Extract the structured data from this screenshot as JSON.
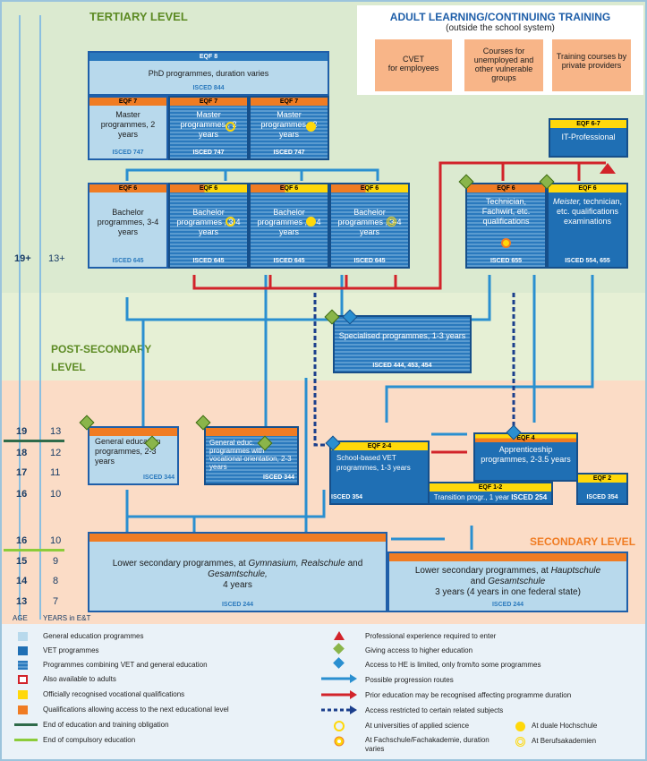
{
  "levels": {
    "tertiary": "TERTIARY LEVEL",
    "post_secondary": "POST-SECONDARY",
    "post_secondary_2": "LEVEL",
    "secondary": "SECONDARY LEVEL"
  },
  "adult": {
    "title": "ADULT LEARNING/CONTINUING TRAINING",
    "subtitle": "(outside the school system)",
    "cvet": "CVET\nfor employees",
    "courses": "Courses for unemployed and other vulnerable groups",
    "training": "Training courses by private providers"
  },
  "boxes": {
    "phd": {
      "eqf": "EQF 8",
      "title": "PhD programmes, duration varies",
      "isced": "ISCED 844"
    },
    "master1": {
      "eqf": "EQF 7",
      "title": "Master programmes, 2 years",
      "isced": "ISCED 747"
    },
    "master2": {
      "eqf": "EQF 7",
      "title": "Master programmes , 2 years",
      "isced": "ISCED 747"
    },
    "master3": {
      "eqf": "EQF 7",
      "title": "Master programmes , 2 years",
      "isced": "ISCED 747"
    },
    "it": {
      "eqf": "EQF 6-7",
      "title": "IT-Professional"
    },
    "bach1": {
      "eqf": "EQF 6",
      "title": "Bachelor programmes, 3-4 years",
      "isced": "ISCED 645"
    },
    "bach2": {
      "eqf": "EQF 6",
      "title": "Bachelor programmes , 3-4 years",
      "isced": "ISCED 645"
    },
    "bach3": {
      "eqf": "EQF 6",
      "title": "Bachelor programmes , 3-4 years",
      "isced": "ISCED 645"
    },
    "bach4": {
      "eqf": "EQF 6",
      "title": "Bachelor programmes , 3-4 years",
      "isced": "ISCED 645"
    },
    "tech": {
      "eqf": "EQF 6",
      "title": "Technician, Fachwirt, etc. qualifications",
      "isced": "ISCED 655"
    },
    "meister": {
      "eqf": "EQF 6",
      "title_em": "Meister,",
      "title": "technician, etc. qualifications examinations",
      "isced": "ISCED 554, 655"
    },
    "spec": {
      "title": "Specialised programmes, 1-3 years",
      "isced": "ISCED 444, 453, 454"
    },
    "gen": {
      "title": "General education programmes, 2-3 years",
      "isced": "ISCED 344"
    },
    "genvoc": {
      "title": "General educ. programmes with vocational orientation, 2-3 years",
      "isced": "ISCED 344"
    },
    "school": {
      "eqf": "EQF 2-4",
      "title": "School-based VET programmes, 1-3 years",
      "isced": "ISCED 354"
    },
    "trans": {
      "eqf": "EQF 1-2",
      "title": "Transition progr., 1 year",
      "isced": "ISCED 254"
    },
    "appr": {
      "eqf": "EQF 4",
      "title": "Apprenticeship programmes, 2-3.5 years",
      "isced": "ISCED 354"
    },
    "eqf2": {
      "eqf": "EQF 2",
      "isced": "ISCED 354"
    },
    "low1": {
      "title": "Lower secondary programmes, at",
      "em1": "Gymnasium, Realschule",
      "mid": "and",
      "em2": "Gesamtschule,",
      "tail": "4 years",
      "isced": "ISCED 244"
    },
    "low2": {
      "title": "Lower secondary programmes, at",
      "em1": "Hauptschule",
      "mid": "and",
      "em2": "Gesamtschule",
      "tail": "3 years (4 years in one federal state)",
      "isced": "ISCED 244"
    }
  },
  "ages": [
    "19+",
    "19",
    "18",
    "17",
    "16",
    "16",
    "15",
    "14",
    "13"
  ],
  "years": [
    "13+",
    "13",
    "12",
    "11",
    "10",
    "10",
    "9",
    "8",
    "7"
  ],
  "axis": {
    "age": "AGE",
    "years": "YEARS in E&T"
  },
  "legend": {
    "left": [
      "General education programmes",
      "VET programmes",
      "Programmes combining VET and general education",
      "Also available to adults",
      "Officially recognised vocational qualifications",
      "Qualifications allowing access to the next educational level",
      "End of education and training obligation",
      "End of compulsory education"
    ],
    "right": [
      "Professional experience required to enter",
      "Giving access to higher education",
      "Access to HE is limited, only from/to some programmes",
      "Possible progression routes",
      "Prior education may be recognised affecting programme duration",
      "Access restricted to certain related subjects",
      "At universities of applied science",
      "At duale Hochschule",
      "At Fachschule/Fachakademie, duration varies",
      "At Berufsakademien"
    ]
  },
  "colors": {
    "general": "#b8d9ec",
    "vet": "#1f6fb4",
    "orange": "#f07c23",
    "yellow": "#ffd80a",
    "arrow": "#2a8fd0",
    "red": "#d2232a",
    "green": "#8ab54a"
  }
}
